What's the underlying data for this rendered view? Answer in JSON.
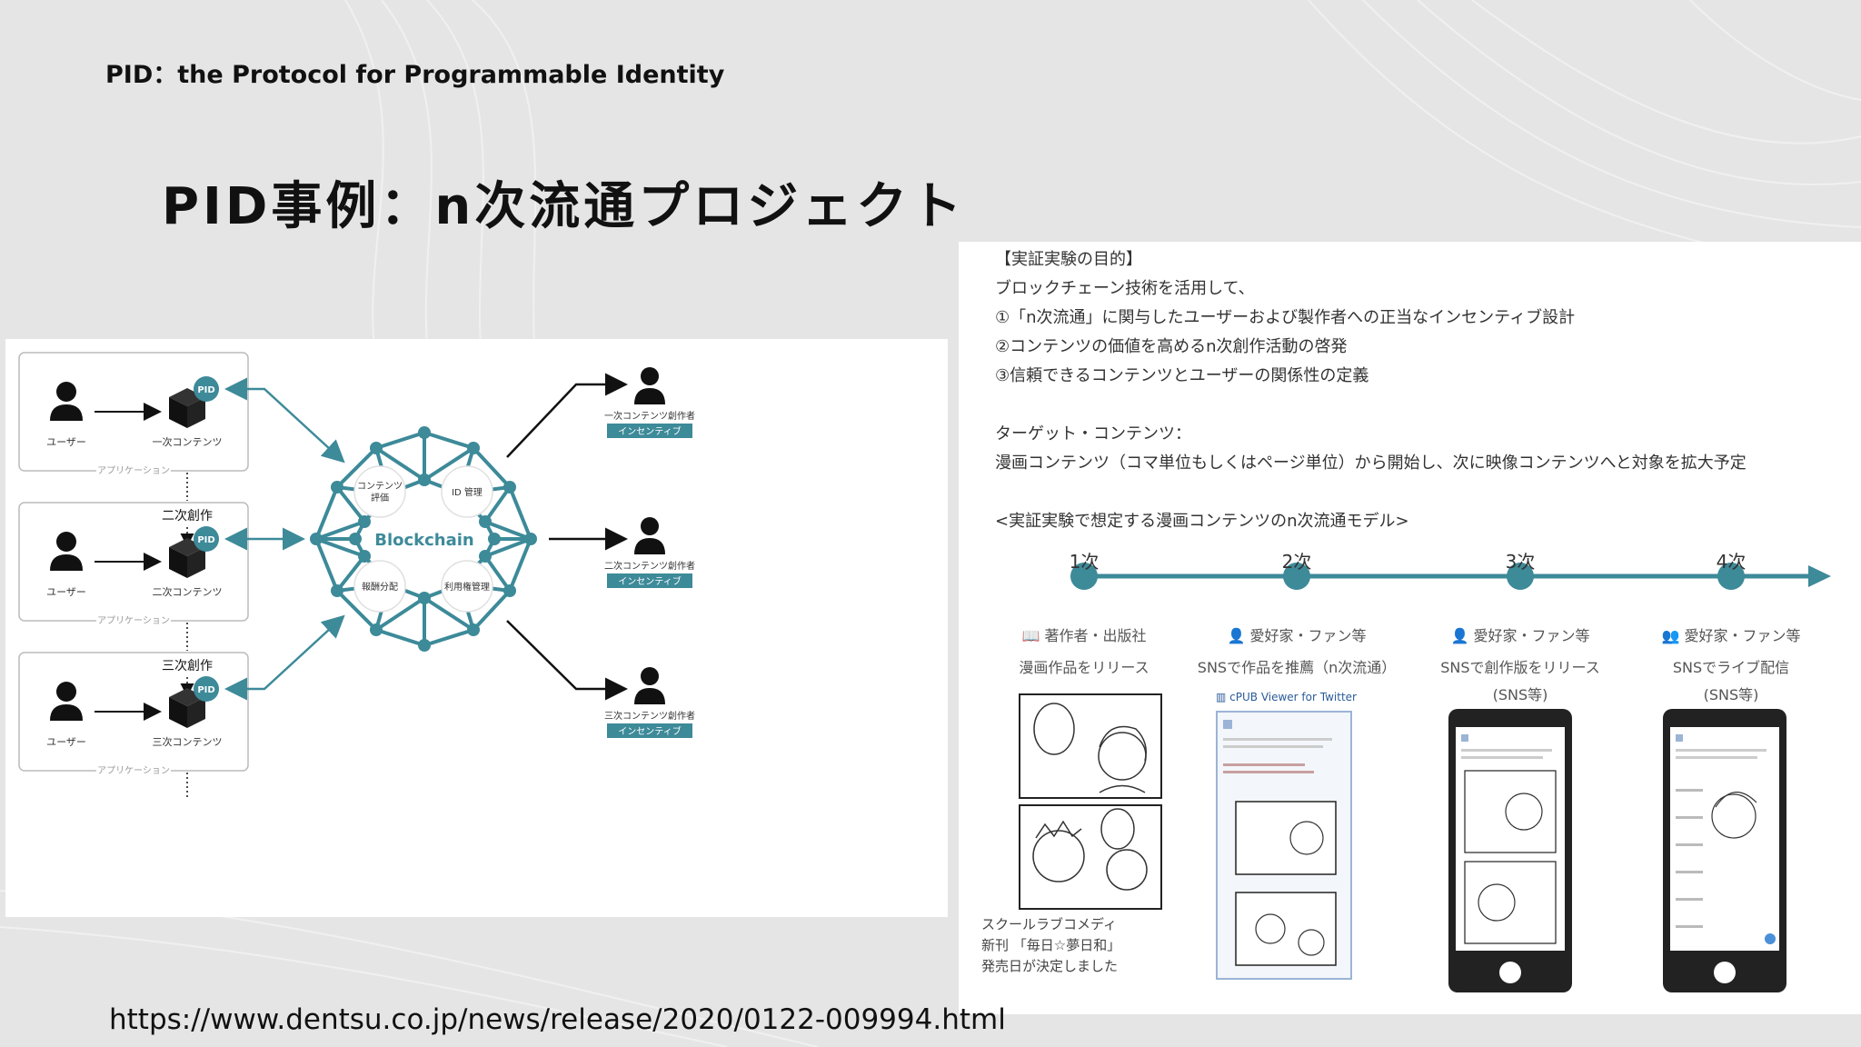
{
  "header": "PID：the Protocol for Programmable Identity",
  "title": "PID事例：n次流通プロジェクト",
  "source_url": "https://www.dentsu.co.jp/news/release/2020/0122-009994.html",
  "colors": {
    "teal": "#3d8a99",
    "background": "#e5e5e5",
    "black": "#111111"
  },
  "diagram": {
    "rows": [
      {
        "user": "ユーザー",
        "content": "一次コンテンツ",
        "pid": "PID",
        "app": "アプリケーション"
      },
      {
        "user": "ユーザー",
        "content": "二次コンテンツ",
        "pid": "PID",
        "app": "アプリケーション"
      },
      {
        "user": "ユーザー",
        "content": "三次コンテンツ",
        "pid": "PID",
        "app": "アプリケーション"
      }
    ],
    "links": [
      "二次創作",
      "三次創作"
    ],
    "blockchain": {
      "label": "Blockchain",
      "nodes": [
        "コンテンツ",
        "評価",
        "ID 管理",
        "報酬分配",
        "利用権管理"
      ]
    },
    "creators": [
      {
        "role": "一次コンテンツ創作者",
        "badge": "インセンティブ"
      },
      {
        "role": "二次コンテンツ創作者",
        "badge": "インセンティブ"
      },
      {
        "role": "三次コンテンツ創作者",
        "badge": "インセンティブ"
      }
    ]
  },
  "experiment": {
    "purpose_heading": "【実証実験の目的】",
    "purpose_lines": [
      "ブロックチェーン技術を活用して、",
      "①「n次流通」に関与したユーザーおよび製作者への正当なインセンティブ設計",
      "②コンテンツの価値を高めるn次創作活動の啓発",
      "③信頼できるコンテンツとユーザーの関係性の定義"
    ],
    "target_heading": "ターゲット・コンテンツ：",
    "target_line": "漫画コンテンツ（コマ単位もしくはページ単位）から開始し、次に映像コンテンツへと対象を拡大予定",
    "model_heading": "<実証実験で想定する漫画コンテンツのn次流通モデル>",
    "stages": [
      {
        "label": "1次",
        "role": "著作者・出版社",
        "desc": [
          "漫画作品をリリース"
        ]
      },
      {
        "label": "2次",
        "role": "愛好家・ファン等",
        "desc": [
          "SNSで作品を推薦（n次流通）"
        ]
      },
      {
        "label": "3次",
        "role": "愛好家・ファン等",
        "desc": [
          "SNSで創作版をリリース",
          "(SNS等)"
        ]
      },
      {
        "label": "4次",
        "role": "愛好家・ファン等",
        "desc": [
          "SNSでライブ配信",
          "(SNS等)"
        ]
      }
    ],
    "comedy_caption": [
      "スクールラブコメディ",
      "新刊 「毎日☆夢日和」",
      "発売日が決定しました"
    ],
    "viewer_label": "cPUB Viewer for Twitter"
  }
}
